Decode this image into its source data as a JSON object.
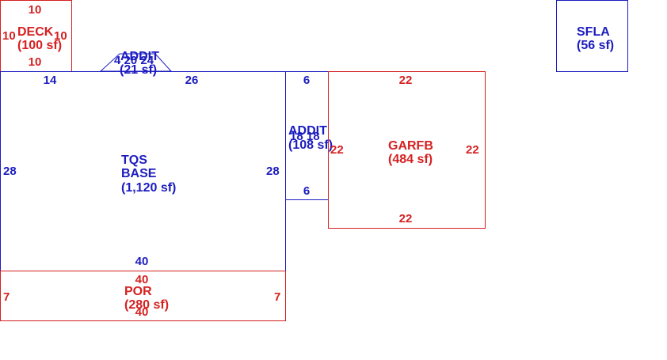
{
  "colors": {
    "blue": "#1c1cc0",
    "red": "#d62020"
  },
  "deck": {
    "name": "DECK",
    "area": "(100 sf)",
    "dim_top": "10",
    "dim_left": "10",
    "dim_right": "10",
    "dim_bottom": "10"
  },
  "addit_top": {
    "name": "ADDIT",
    "area": "(21 sf)",
    "dims": "4 20 24",
    "color": "blue"
  },
  "base": {
    "name_line1": "TQS",
    "name_line2": "BASE",
    "area": "(1,120 sf)",
    "dim_top_left": "14",
    "dim_top_right": "26",
    "dim_left": "28",
    "dim_right": "28",
    "dim_bottom": "40"
  },
  "addit_side": {
    "name": "ADDIT",
    "area": "(108 sf)",
    "dim_top": "6",
    "dim_bottom": "6",
    "dim_mid": "18 18"
  },
  "garage": {
    "name": "GARFB",
    "area": "(484 sf)",
    "dim_top": "22",
    "dim_left": "22",
    "dim_right": "22",
    "dim_bottom": "22"
  },
  "porch": {
    "name": "POR",
    "area": "(280 sf)",
    "dim_top": "40",
    "dim_bottom": "40",
    "dim_left": "7",
    "dim_right": "7"
  },
  "sfla": {
    "name": "SFLA",
    "area": "(56 sf)"
  }
}
